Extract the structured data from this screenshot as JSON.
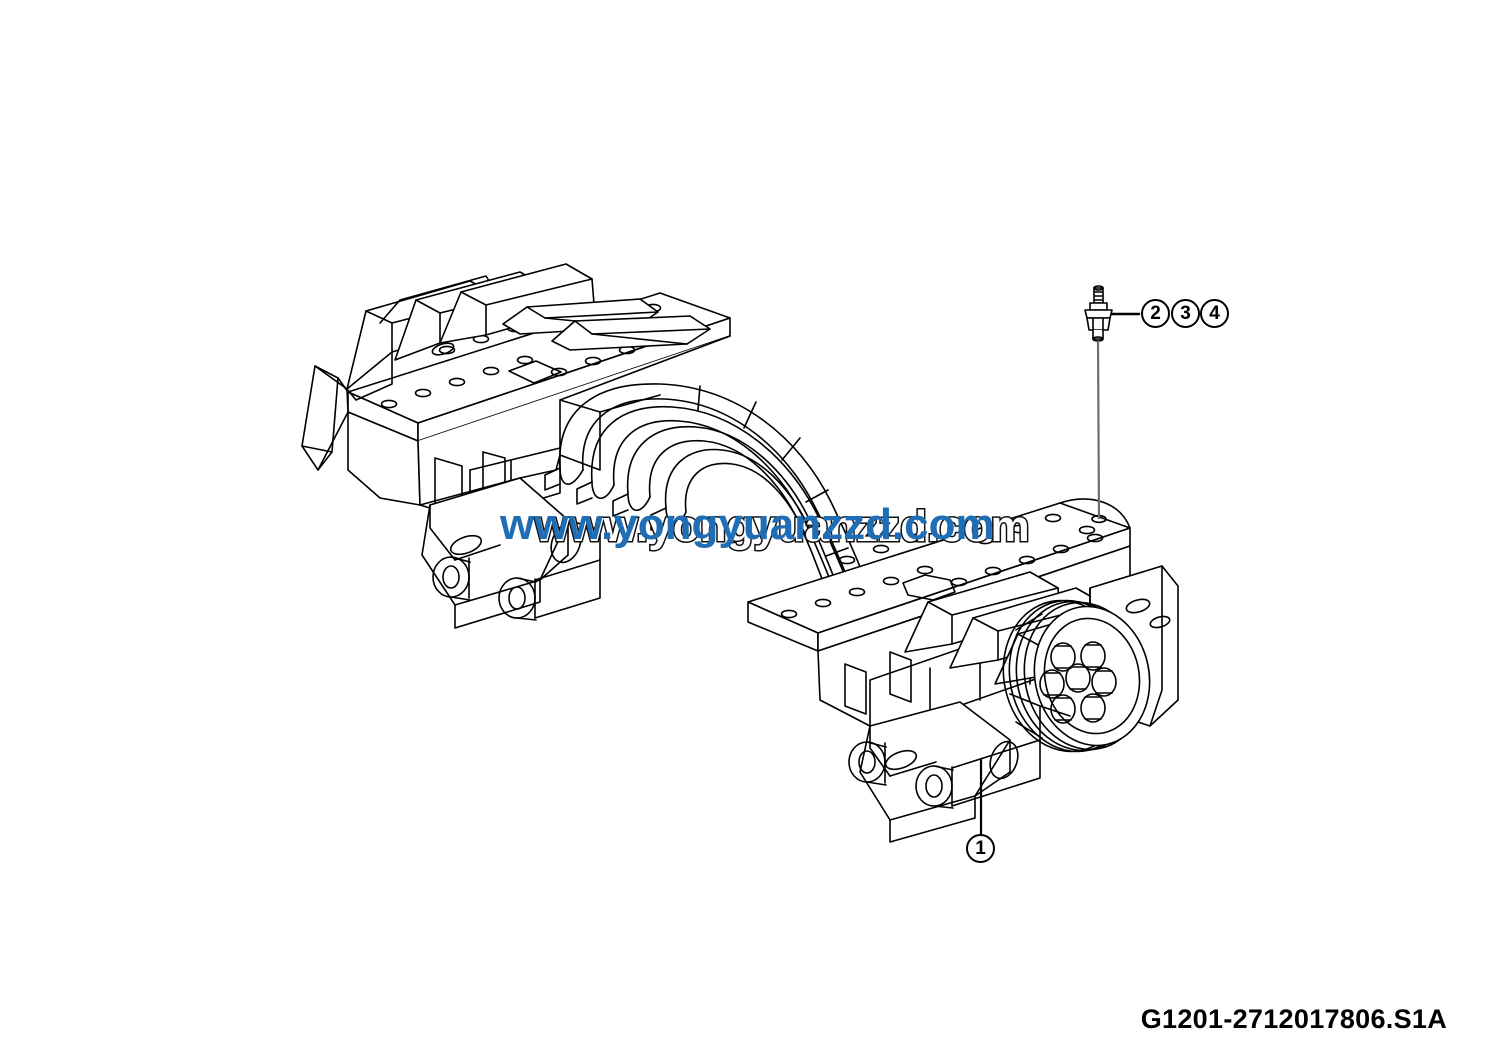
{
  "document": {
    "type": "technical-parts-diagram",
    "subject": "Tandem axle bogie suspension assembly",
    "background_color": "#ffffff",
    "line_color": "#000000",
    "part_number": "G1201-2712017806.S1A"
  },
  "watermark": {
    "text": "www.yongyuanzzd.com",
    "blue_color": "#1f6eb5",
    "outline_color": "#111111",
    "fill_color": "#ffffff"
  },
  "callouts": [
    {
      "id": "1",
      "label": "1",
      "target": "rear-suspension-bracket-assembly"
    },
    {
      "id": "2",
      "label": "2",
      "target": "hex-bolt-stud"
    },
    {
      "id": "3",
      "label": "3",
      "target": "hex-bolt-stud"
    },
    {
      "id": "4",
      "label": "4",
      "target": "hex-bolt-stud"
    }
  ],
  "components": {
    "front_assembly": "front-suspension-saddle-bracket",
    "rear_assembly": "rear-suspension-saddle-bracket",
    "leaf_springs": "curved-leaf-spring-stack",
    "wheel_hub": "wheel-hub-with-lug-nuts",
    "lug_nut_count": 7,
    "fastener": "hex-head-bolt-stud"
  }
}
